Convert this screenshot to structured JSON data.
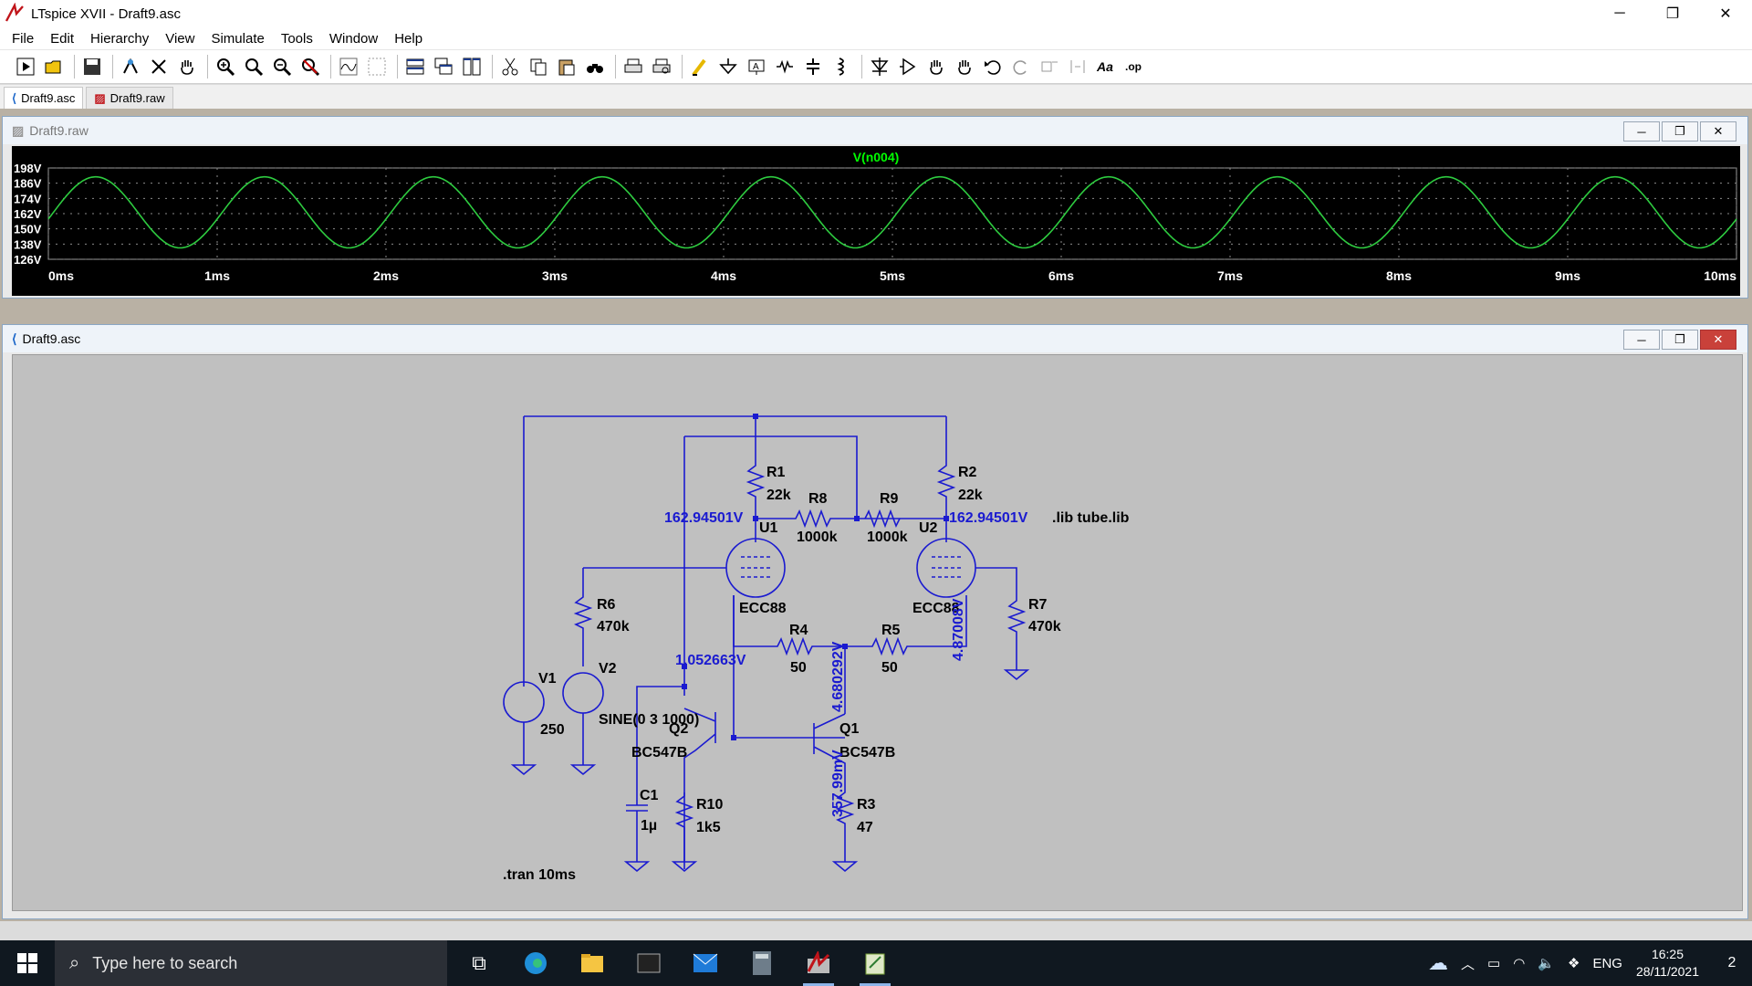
{
  "app": {
    "title": "LTspice XVII - Draft9.asc",
    "window_controls": {
      "minimize": "─",
      "restore": "❐",
      "close": "✕"
    }
  },
  "menu": [
    "File",
    "Edit",
    "Hierarchy",
    "View",
    "Simulate",
    "Tools",
    "Window",
    "Help"
  ],
  "toolbar_icons": [
    "run-icon",
    "open-icon",
    "save-icon",
    "control-panel-icon",
    "halt-icon",
    "pan-hand-icon",
    "zoom-in-icon",
    "zoom-full-icon",
    "zoom-out-icon",
    "zoom-cancel-icon",
    "autorange-icon",
    "visible-icon",
    "tile-horizontal-icon",
    "cascade-icon",
    "tile-vertical-icon",
    "cut-icon",
    "copy-icon",
    "paste-icon",
    "find-icon",
    "print-icon",
    "print-preview-icon",
    "draw-wire-icon",
    "ground-icon",
    "net-label-icon",
    "resistor-icon",
    "capacitor-icon",
    "inductor-icon",
    "diode-icon",
    "component-icon",
    "move-icon",
    "drag-icon",
    "undo-icon",
    "redo-icon",
    "rotate-icon",
    "mirror-icon",
    "text-icon",
    "spice-directive-icon"
  ],
  "tabs": [
    {
      "label": "Draft9.asc",
      "icon": "schematic-icon",
      "active": true
    },
    {
      "label": "Draft9.raw",
      "icon": "waveform-icon",
      "active": false
    }
  ],
  "waveform": {
    "window_title": "Draft9.raw",
    "trace_name": "V(n004)",
    "trace_color": "#2ecc40",
    "label_color": "#00ff00",
    "y_ticks": [
      "198V",
      "186V",
      "174V",
      "162V",
      "150V",
      "138V",
      "126V"
    ],
    "x_ticks": [
      "0ms",
      "1ms",
      "2ms",
      "3ms",
      "4ms",
      "5ms",
      "6ms",
      "7ms",
      "8ms",
      "9ms",
      "10ms"
    ]
  },
  "chart_data": {
    "type": "line",
    "title": "V(n004)",
    "xlabel": "",
    "ylabel": "",
    "xlim": [
      0,
      10
    ],
    "x_unit": "ms",
    "ylim": [
      126,
      198
    ],
    "y_unit": "V",
    "grid": true,
    "series": [
      {
        "name": "V(n004)",
        "shape": "sine",
        "offset_v": 163,
        "amplitude_v": 28,
        "frequency_hz": 1000,
        "first_peak_ms": 0.28
      }
    ]
  },
  "schematic": {
    "window_title": "Draft9.asc",
    "wire_color": "#1a1ad0",
    "label_color": "#1a1ad0",
    "components": {
      "R1": {
        "name": "R1",
        "value": "22k"
      },
      "R2": {
        "name": "R2",
        "value": "22k"
      },
      "R3": {
        "name": "R3",
        "value": "47"
      },
      "R4": {
        "name": "R4",
        "value": "50"
      },
      "R5": {
        "name": "R5",
        "value": "50"
      },
      "R6": {
        "name": "R6",
        "value": "470k"
      },
      "R7": {
        "name": "R7",
        "value": "470k"
      },
      "R8": {
        "name": "R8",
        "value": "1000k"
      },
      "R9": {
        "name": "R9",
        "value": "1000k"
      },
      "R10": {
        "name": "R10",
        "value": "1k5"
      },
      "C1": {
        "name": "C1",
        "value": "1µ"
      },
      "V1": {
        "name": "V1",
        "value": "250"
      },
      "V2": {
        "name": "V2",
        "value": "SINE(0 3 1000)"
      },
      "U1": {
        "name": "U1",
        "value": "ECC88"
      },
      "U2": {
        "name": "U2",
        "value": "ECC88"
      },
      "Q1": {
        "name": "Q1",
        "value": "BC547B"
      },
      "Q2": {
        "name": "Q2",
        "value": "BC547B"
      }
    },
    "node_voltages": {
      "u1_anode": "162.94501V",
      "u2_anode": "162.94501V",
      "q2_collector": "1.052663V",
      "cathode_node": "4.680292V",
      "u2_grid": "4.87008V",
      "q1_emitter": "357.99mV"
    },
    "directives": {
      "lib": ".lib tube.lib",
      "tran": ".tran 10ms"
    }
  },
  "taskbar": {
    "search_placeholder": "Type here to search",
    "apps": [
      "task-view-icon",
      "edge-icon",
      "file-explorer-icon",
      "terminal-icon",
      "mail-icon",
      "calculator-icon",
      "ltspice-icon",
      "notepad-icon"
    ],
    "language": "ENG",
    "time": "16:25",
    "date": "28/11/2021",
    "notification_count": "2"
  }
}
